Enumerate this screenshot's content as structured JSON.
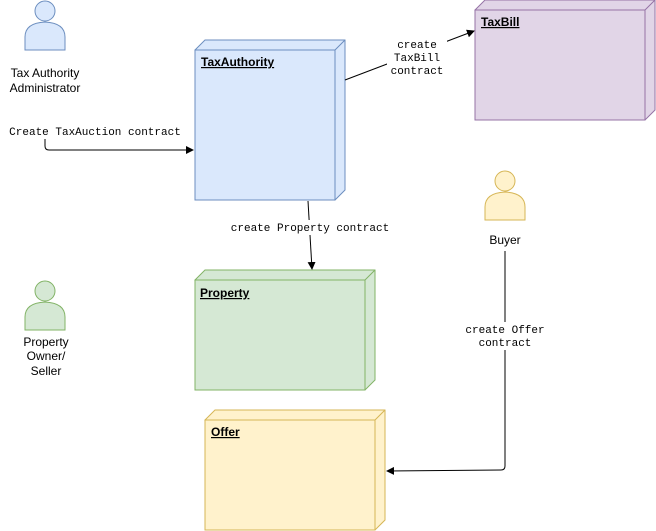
{
  "actors": {
    "tax_admin": {
      "label_line1": "Tax Authority",
      "label_line2": "Administrator",
      "color": "#dae8fc",
      "stroke": "#6c8ebf"
    },
    "buyer": {
      "label": "Buyer",
      "color": "#fff2cc",
      "stroke": "#d6b656"
    },
    "owner": {
      "label_line1": "Property",
      "label_line2": "Owner/",
      "label_line3": "Seller",
      "color": "#d5e8d4",
      "stroke": "#82b366"
    }
  },
  "nodes": {
    "tax_authority": {
      "title": "TaxAuthority",
      "color": "#dae8fc",
      "stroke": "#6c8ebf"
    },
    "tax_bill": {
      "title": "TaxBill",
      "color": "#e1d5e7",
      "stroke": "#9673a6"
    },
    "property": {
      "title": "Property",
      "color": "#d5e8d4",
      "stroke": "#82b366"
    },
    "offer": {
      "title": "Offer",
      "color": "#fff2cc",
      "stroke": "#d6b656"
    }
  },
  "edges": {
    "taxauction": {
      "label": "Create TaxAuction contract"
    },
    "taxbill": {
      "label_line1": "create",
      "label_line2": "TaxBill",
      "label_line3": "contract"
    },
    "property": {
      "label": "create Property contract"
    },
    "offer": {
      "label_line1": "create Offer",
      "label_line2": "contract"
    }
  }
}
